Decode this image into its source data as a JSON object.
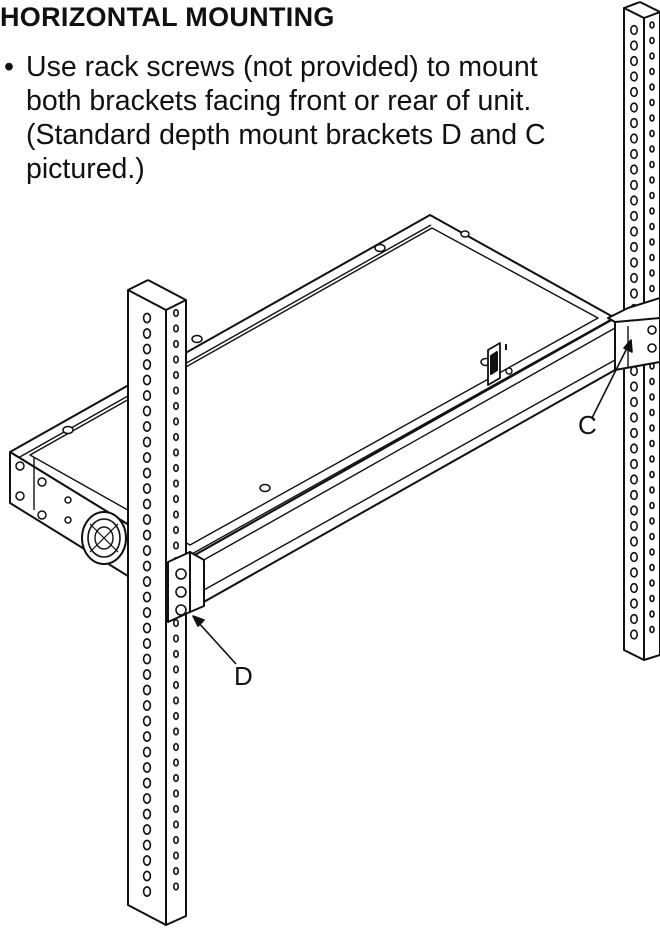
{
  "heading": "HORIZONTAL MOUNTING",
  "instructions": {
    "bullet": "•",
    "lines": [
      "Use rack screws (not provided) to mount",
      "both brackets facing front or rear of unit.",
      "(Standard depth mount brackets D and C",
      "pictured.)"
    ]
  },
  "callouts": {
    "front_bracket": "D",
    "rear_bracket": "C"
  }
}
